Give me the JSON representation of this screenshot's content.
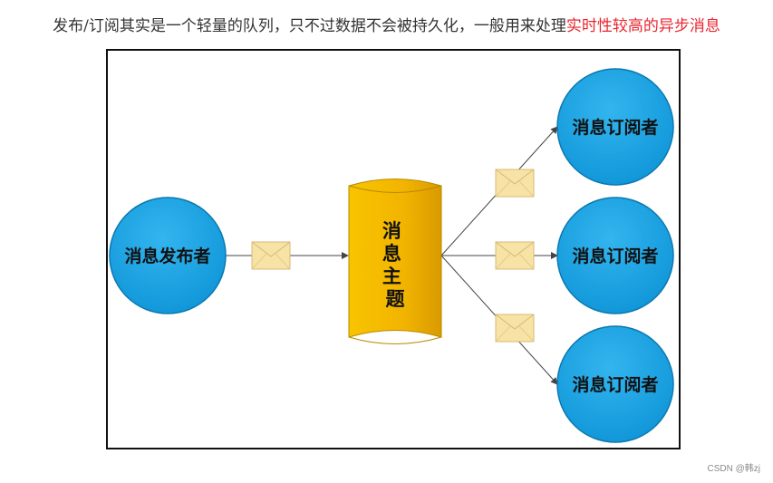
{
  "caption": {
    "text_main": "发布/订阅其实是一个轻量的队列，只不过数据不会被持久化，一般用来处理",
    "text_highlight": "实时性较高的异步消息",
    "highlight_color": "#e8262f"
  },
  "diagram": {
    "publisher": {
      "label": "消息发布者"
    },
    "topic": {
      "label": "消息主题"
    },
    "subscribers": [
      {
        "label": "消息订阅者"
      },
      {
        "label": "消息订阅者"
      },
      {
        "label": "消息订阅者"
      }
    ],
    "colors": {
      "circle_fill": "#1ba3e5",
      "circle_stroke": "#0c79b0",
      "cylinder_fill": "#f2b400",
      "envelope_fill": "#f7e3a5",
      "envelope_stroke": "#d8b874"
    },
    "icons": [
      "envelope-icon",
      "arrow-icon"
    ]
  },
  "watermark": "CSDN @韩zj"
}
